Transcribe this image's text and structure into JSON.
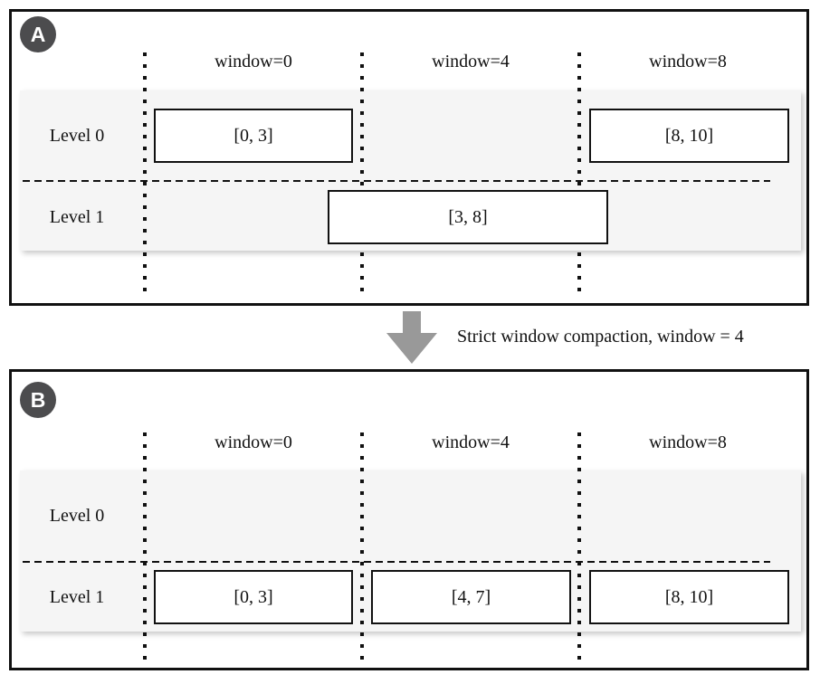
{
  "figure": {
    "arrow_label": "Strict window compaction, window = 4"
  },
  "colors": {
    "badge_background": "#4c4c4e",
    "badge_text": "#ffffff",
    "row_background": "#f5f5f5",
    "arrow_gray": "#999999",
    "line_black": "#111111"
  },
  "panels": [
    {
      "badge": "A",
      "window_headers": [
        "window=0",
        "window=4",
        "window=8"
      ],
      "levels": [
        {
          "label": "Level 0",
          "boxes": [
            {
              "text": "[0, 3]"
            },
            {
              "text": "[8, 10]"
            }
          ]
        },
        {
          "label": "Level 1",
          "boxes": [
            {
              "text": "[3, 8]"
            }
          ]
        }
      ]
    },
    {
      "badge": "B",
      "window_headers": [
        "window=0",
        "window=4",
        "window=8"
      ],
      "levels": [
        {
          "label": "Level 0",
          "boxes": []
        },
        {
          "label": "Level 1",
          "boxes": [
            {
              "text": "[0, 3]"
            },
            {
              "text": "[4, 7]"
            },
            {
              "text": "[8, 10]"
            }
          ]
        }
      ]
    }
  ]
}
